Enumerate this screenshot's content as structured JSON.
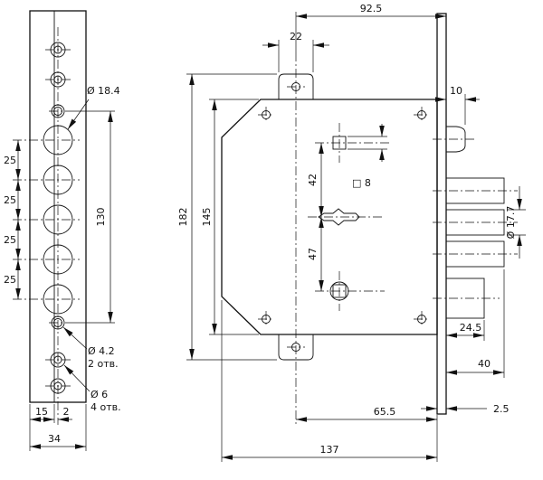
{
  "drawing": {
    "faceplate_view": {
      "dia_large_holes": "Ø 18.4",
      "pitch": "25",
      "screw_span": "130",
      "dia_small": "Ø 4.2",
      "dia_small_qty": "2 отв.",
      "dia_screw": "Ø 6",
      "dia_screw_qty": "4 отв.",
      "width_inner": "15",
      "lip": "2",
      "width_total": "34"
    },
    "body_view": {
      "width_to_edge": "92.5",
      "tab_width": "22",
      "latch_protrusion": "10",
      "height_total": "182",
      "height_body": "145",
      "spindle_to_key": "42",
      "key_to_lower": "47",
      "spindle_square": "□ 8",
      "bolt_dia": "Ø 17.7",
      "aux_bolt_throw": "24.5",
      "bolt_throw": "40",
      "plate_thickness": "2.5",
      "backset": "65.5",
      "body_length": "137"
    }
  }
}
